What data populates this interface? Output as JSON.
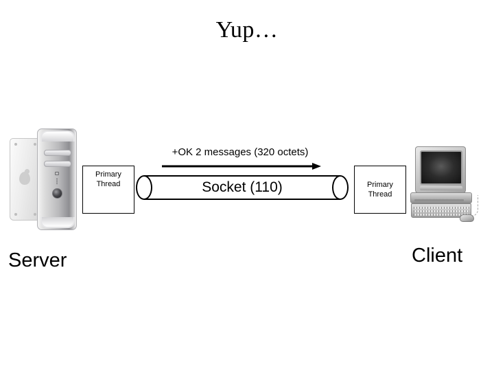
{
  "slide": {
    "title": "Yup…"
  },
  "diagram": {
    "server": {
      "caption": "Server",
      "device_icon": "desktop-tower-icon",
      "thread_box": {
        "line1": "Primary",
        "line2": "Thread"
      }
    },
    "client": {
      "caption": "Client",
      "device_icon": "crt-desktop-computer-icon",
      "thread_box": {
        "line1": "Primary",
        "line2": "Thread"
      }
    },
    "channel": {
      "label": "Socket (110)",
      "shape_icon": "cylinder-pipe-icon"
    },
    "message": {
      "text": "+OK 2 messages (320 octets)",
      "direction": "server-to-client",
      "arrow_icon": "arrow-right-icon"
    }
  },
  "colors": {
    "background": "#ffffff",
    "ink": "#000000",
    "device_gray": "#b4b4b4"
  }
}
